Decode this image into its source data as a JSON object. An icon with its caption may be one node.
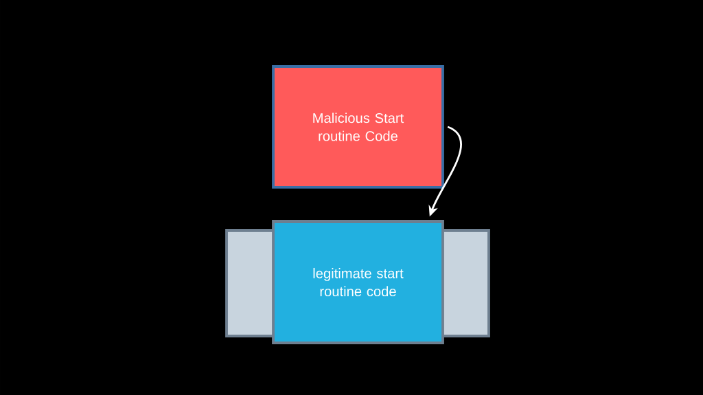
{
  "diagram": {
    "nodes": [
      {
        "text": [
          "Malicious Start routine Code"
        ]
      },
      {
        "text": [],
        "shape": "box"
      },
      {
        "text": [
          "legitimate start routine code"
        ]
      }
    ],
    "edges": [
      {
        "from": 0,
        "to": 2,
        "arrow": "to"
      }
    ]
  }
}
